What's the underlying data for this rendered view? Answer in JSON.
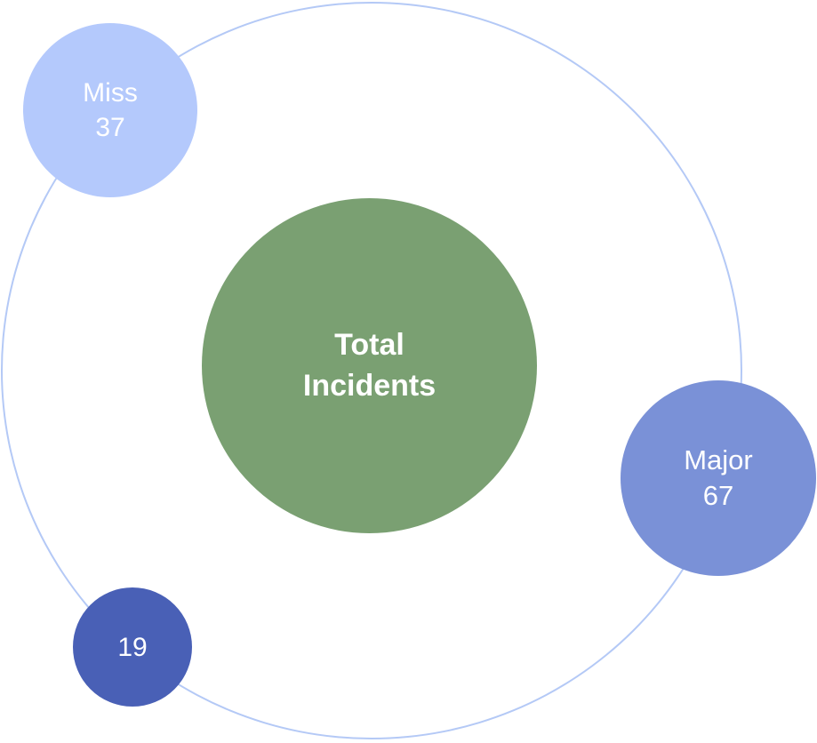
{
  "center": {
    "label": "Total Incidents",
    "color": "#7aa072"
  },
  "orbit": {
    "color": "#b4c9f6"
  },
  "nodes": [
    {
      "label": "Miss",
      "value": "37",
      "color": "#b4c9fc"
    },
    {
      "label": "Major",
      "value": "67",
      "color": "#7a91d7"
    },
    {
      "label": "",
      "value": "19",
      "color": "#4960b6"
    }
  ]
}
